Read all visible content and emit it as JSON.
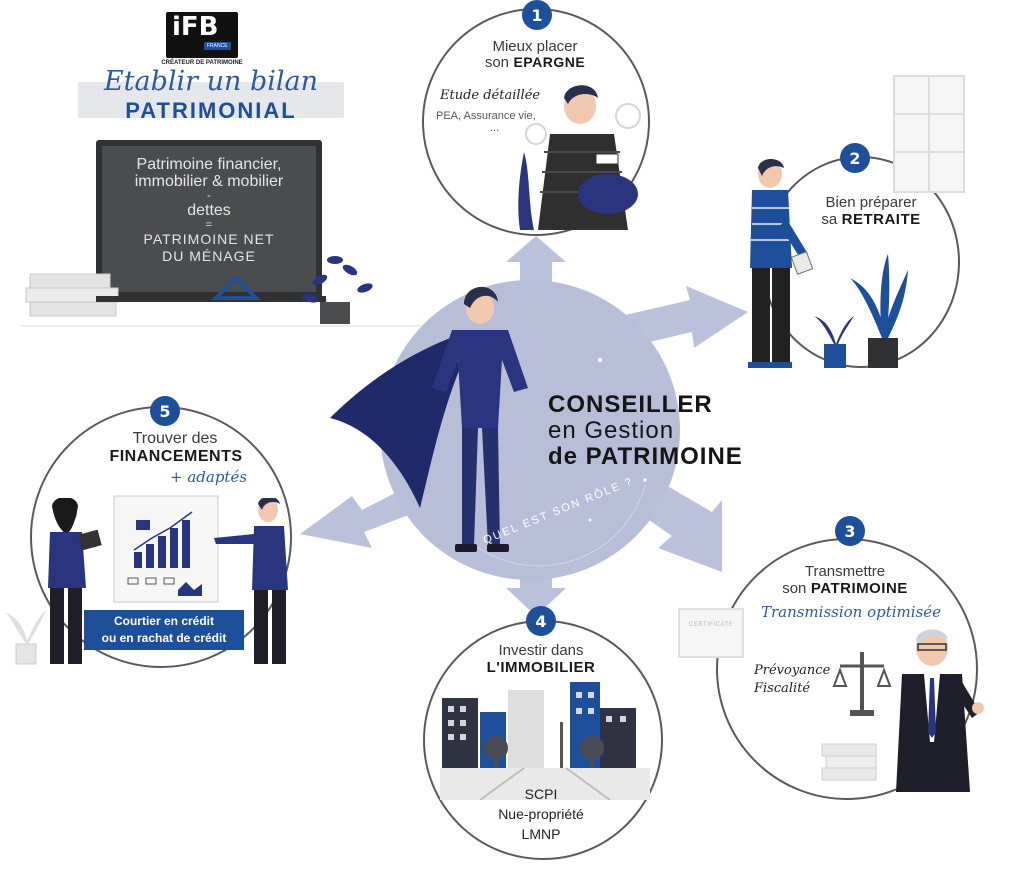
{
  "logo": {
    "brand": "iFB",
    "country": "FRANCE",
    "tagline": "CRÉATEUR DE PATRIMOINE"
  },
  "bilan": {
    "title_script": "Etablir un bilan",
    "title_bold": "PATRIMONIAL",
    "board_line1": "Patrimoine financier,",
    "board_line2": "immobilier & mobilier",
    "board_minus": "-",
    "board_line3": "dettes",
    "board_equals": "=",
    "board_line4": "PATRIMOINE NET",
    "board_line5": "DU MÉNAGE"
  },
  "center": {
    "line1": "CONSEILLER",
    "line2": "en Gestion",
    "line3": "de PATRIMOINE",
    "arc_text": "QUEL EST SON RÔLE ?"
  },
  "steps": {
    "s1": {
      "num": "1",
      "line1": "Mieux placer",
      "line2": "son",
      "bold": "EPARGNE",
      "hand": "Etude détaillée",
      "detail1": "PEA, Assurance vie,",
      "detail2": "..."
    },
    "s2": {
      "num": "2",
      "line1": "Bien préparer",
      "line2": "sa",
      "bold": "RETRAITE"
    },
    "s3": {
      "num": "3",
      "line1": "Transmettre",
      "line2": "son",
      "bold": "PATRIMOINE",
      "script": "Transmission optimisée",
      "hand1": "Prévoyance",
      "hand2": "Fiscalité",
      "cert": "CERTIFICATE"
    },
    "s4": {
      "num": "4",
      "line1": "Investir dans",
      "bold": "L'IMMOBILIER",
      "item1": "SCPI",
      "item2": "Nue-propriété",
      "item3": "LMNP"
    },
    "s5": {
      "num": "5",
      "line1": "Trouver des",
      "bold": "FINANCEMENTS",
      "script": "+ adaptés",
      "box1": "Courtier en crédit",
      "box2": "ou en rachat de crédit"
    }
  },
  "colors": {
    "navy": "#1d4f9a",
    "arrow": "#b9bed8",
    "suit": "#2a3580",
    "text": "#2b2b2b"
  }
}
